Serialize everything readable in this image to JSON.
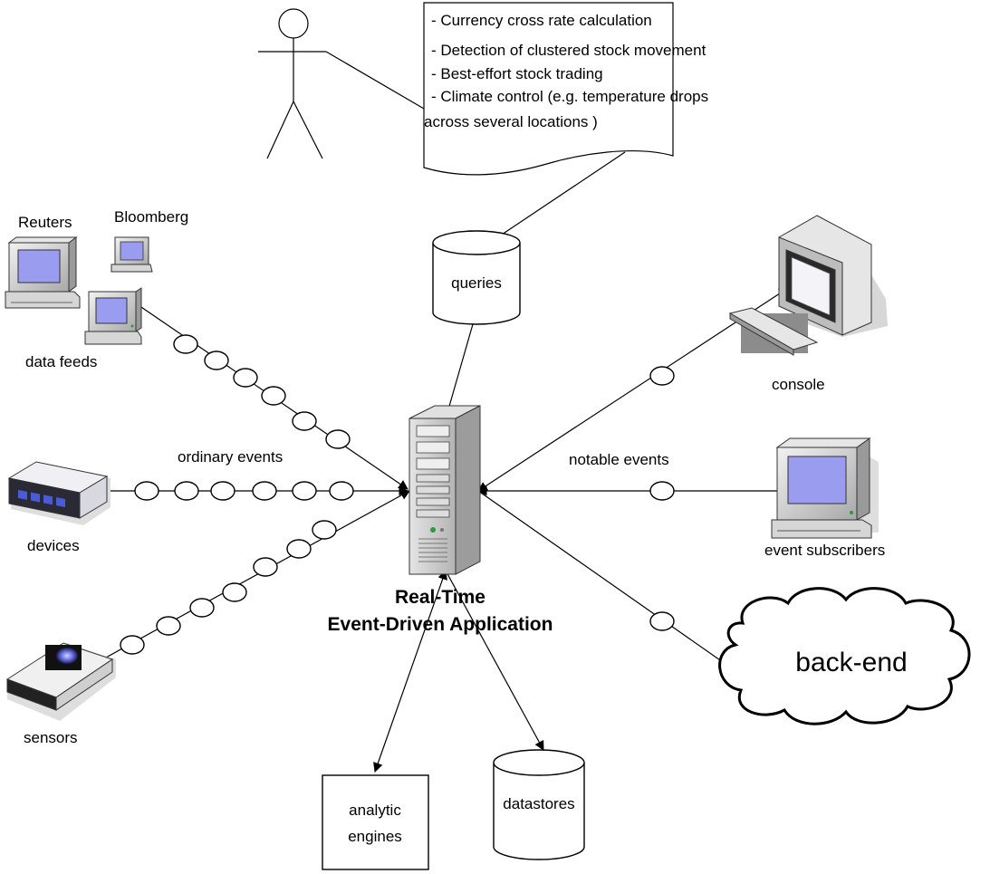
{
  "note": {
    "lines": [
      "- Currency cross rate calculation",
      "- Detection of clustered stock movement",
      "- Best-effort stock trading",
      "- Climate control (e.g. temperature drops",
      "across several locations )"
    ]
  },
  "labels": {
    "reuters": "Reuters",
    "bloomberg": "Bloomberg",
    "data_feeds": "data feeds",
    "ordinary_events": "ordinary events",
    "devices": "devices",
    "sensors": "sensors",
    "queries": "queries",
    "console": "console",
    "notable_events": "notable events",
    "event_subscribers": "event subscribers",
    "backend": "back-end",
    "analytic_line1": "analytic",
    "analytic_line2": "engines",
    "datastores": "datastores"
  },
  "app_title": {
    "line1": "Real-Time",
    "line2": "Event-Driven Application"
  },
  "colors": {
    "screen": "#9a9cf0",
    "monitor_body": "#c8c8c8",
    "server_body": "#cfcfcf",
    "device_body": "#e8e8ee",
    "device_dark": "#2a2a36",
    "sensor_dark": "#111111",
    "shadow": "#bdbdbd"
  }
}
